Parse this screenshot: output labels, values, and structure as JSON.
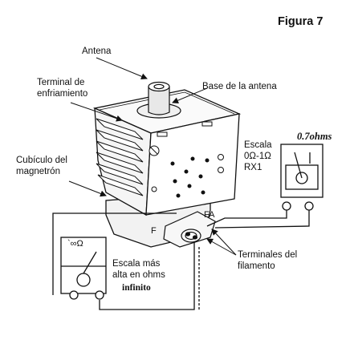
{
  "figure_title": "Figura 7",
  "labels": {
    "antenna": "Antena",
    "cooling_terminal": "Terminal de\nenfriamiento",
    "antenna_base": "Base de la antena",
    "magnetron_cube": "Cubículo del\nmagnetrón",
    "scale_low": "Escala\n0Ω-1Ω\nRX1",
    "reading_low": "0.7ohms",
    "terminal_f": "F",
    "terminal_fa": "FA",
    "filament_terminals": "Terminales del\nfilamento",
    "scale_high": "Escala más\nalta en ohms",
    "reading_high": "infinito",
    "meter_high_scale": "`∞Ω"
  }
}
